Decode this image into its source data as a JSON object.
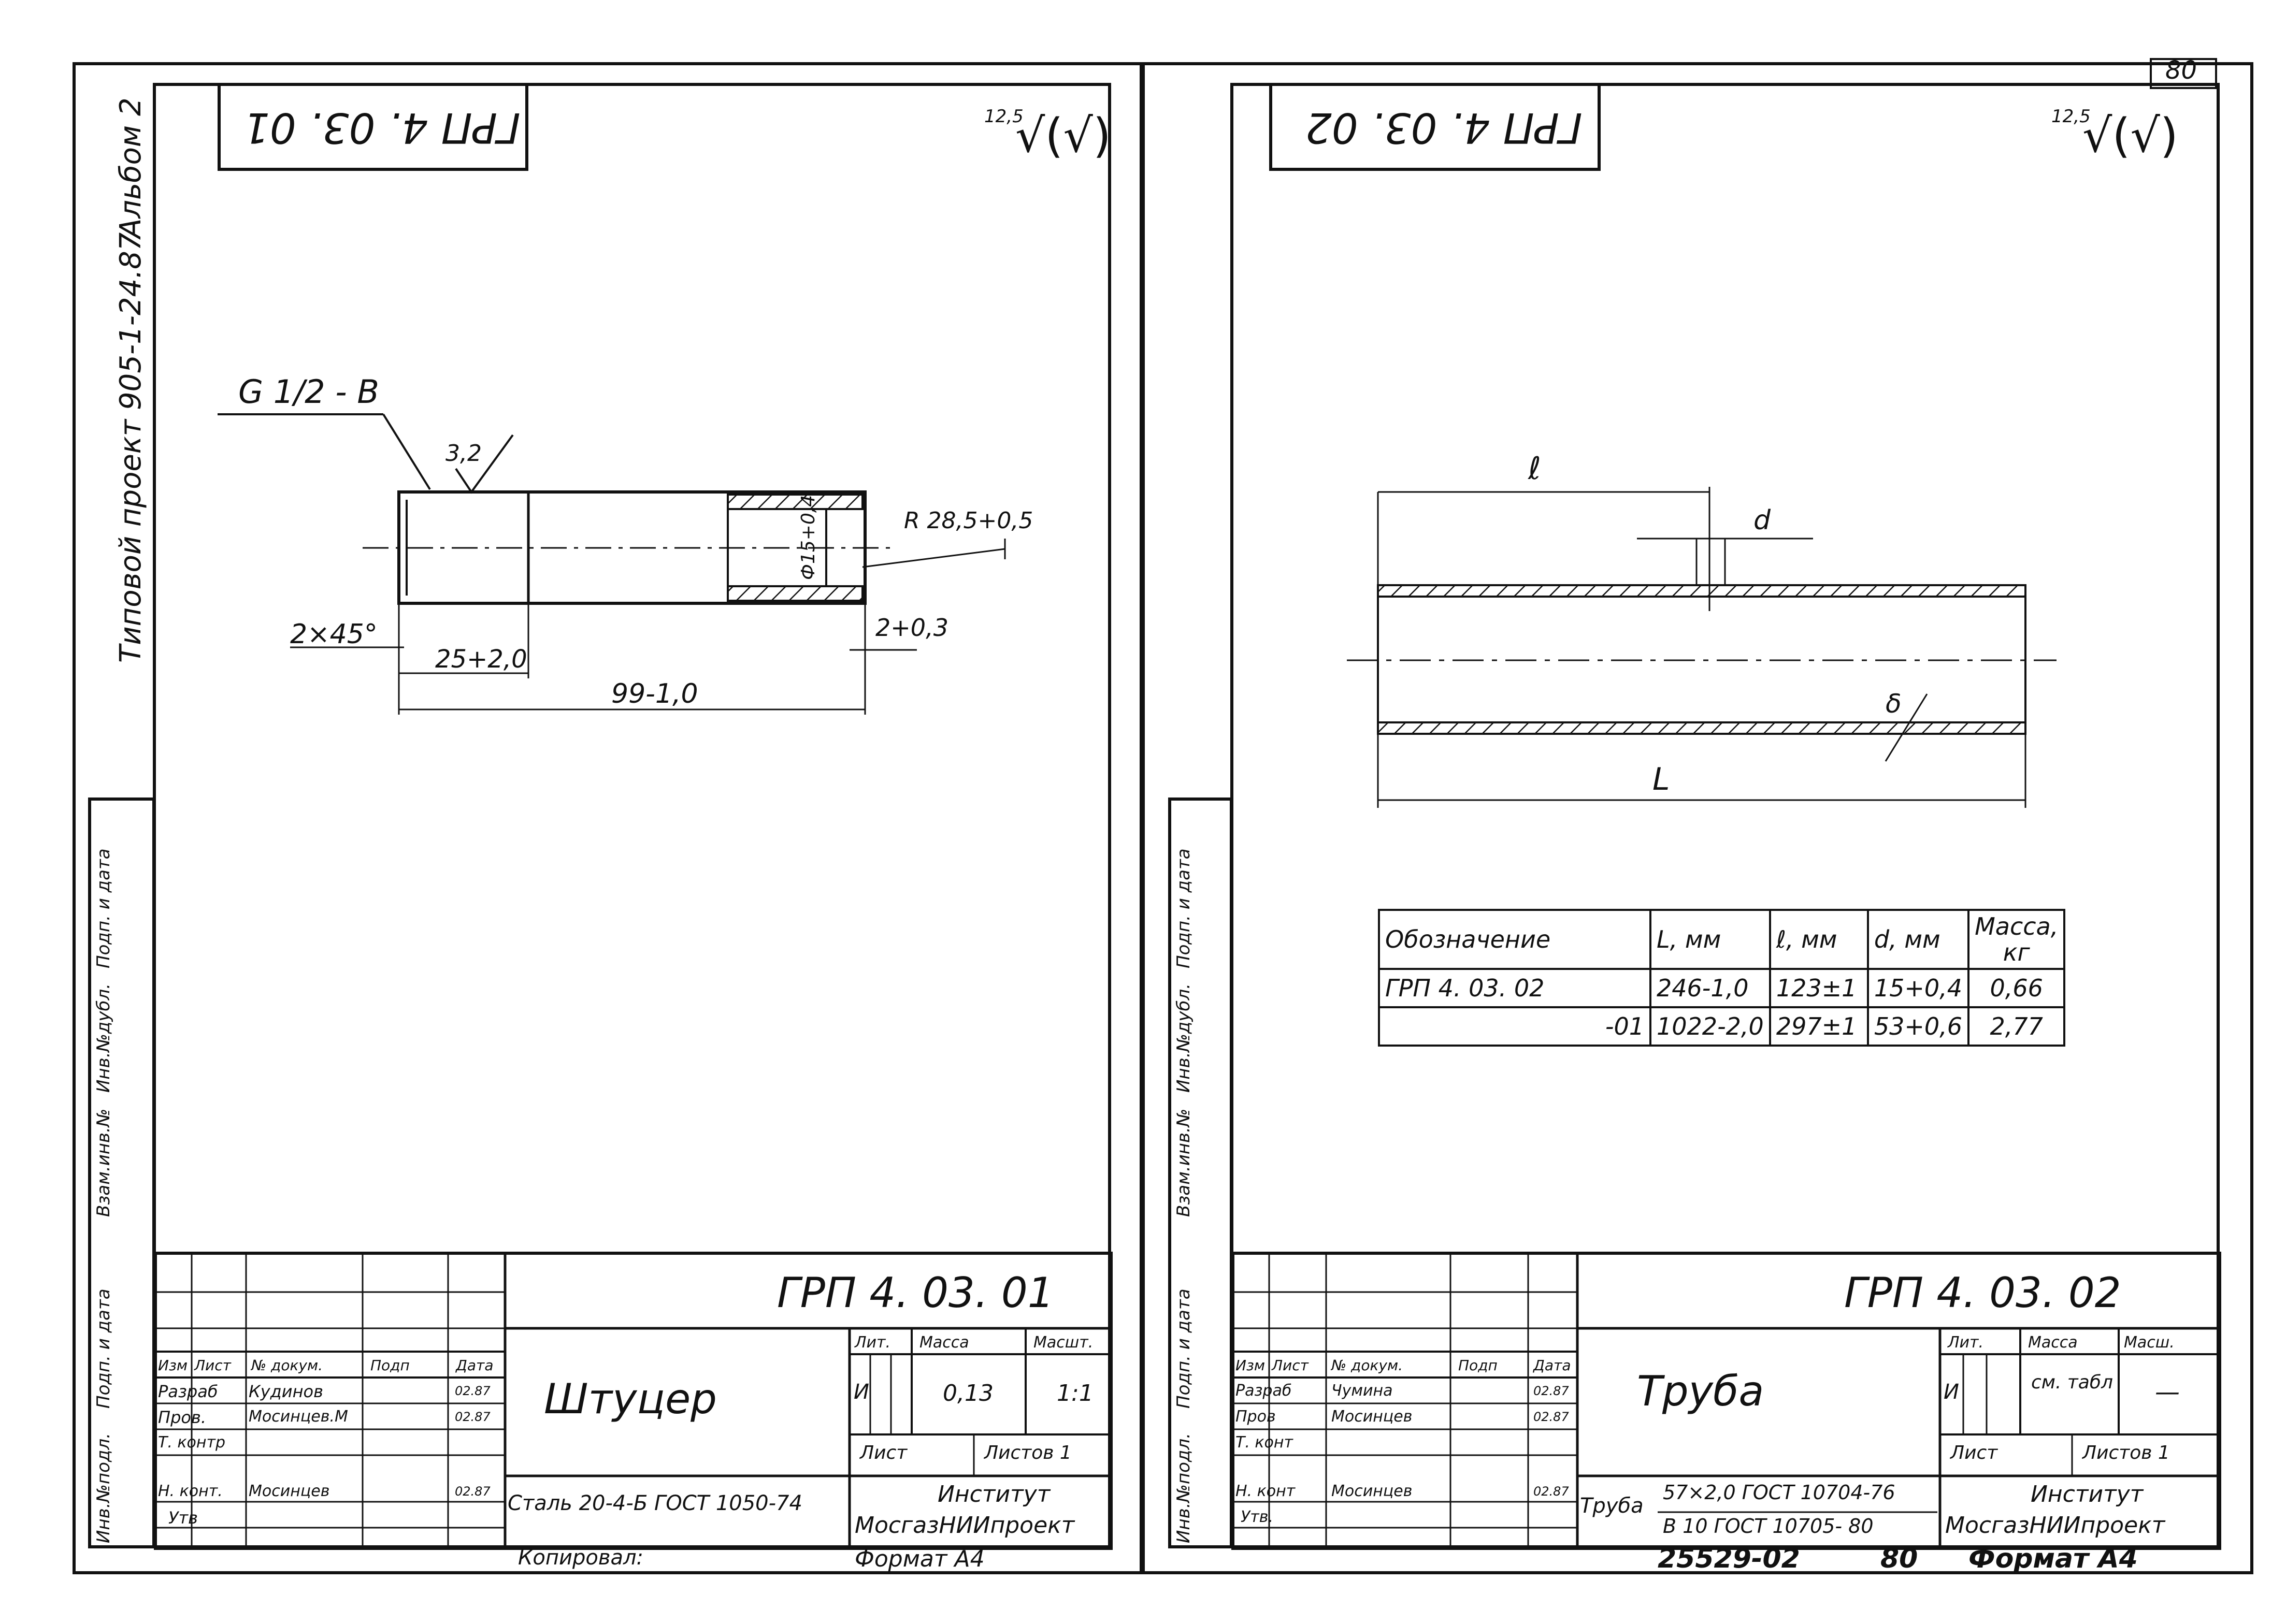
{
  "page_number": "80",
  "left_sheet": {
    "stamp": "ГРП 4. 03. 01",
    "roughness": "12,5",
    "side_album": "Альбом 2",
    "side_project": "Типовой проект 905-1-24.87",
    "dimensions": {
      "thread": "G 1/2 - B",
      "roughness_local": "3,2",
      "chamfer": "2×45°",
      "thread_length": "25+2,0",
      "total_length": "99-1,0",
      "diameter": "Ф15+0,4",
      "radius": "R 28,5+0,5",
      "groove": "2+0,3"
    },
    "side_columns": [
      "Инв.№подл.",
      "Подп. и дата",
      "Взам.инв.№",
      "Инв.№дубл.",
      "Подп. и дата"
    ],
    "title_block": {
      "designation": "ГРП 4. 03. 01",
      "name": "Штуцер",
      "material": "Сталь 20-4-Б ГОСТ 1050-74",
      "lit_label": "Лит.",
      "mass_label": "Масса",
      "scale_label": "Масшт.",
      "lit": "И",
      "mass": "0,13",
      "scale": "1:1",
      "sheet_label": "Лист",
      "sheets_label": "Листов 1",
      "organization": [
        "Институт",
        "МосгазНИИпроект"
      ],
      "rows": [
        {
          "role": "Изм",
          "sheet": "Лист",
          "doc": "№ докум.",
          "sign": "Подп",
          "date": "Дата"
        },
        {
          "role": "Разраб",
          "name": "Кудинов",
          "date": "02.87"
        },
        {
          "role": "Пров.",
          "name": "Мосинцев.М",
          "date": "02.87"
        },
        {
          "role": "Т. контр",
          "name": "",
          "date": ""
        },
        {
          "role": "",
          "name": "",
          "date": ""
        },
        {
          "role": "Н. конт.",
          "name": "Мосинцев",
          "date": "02.87"
        },
        {
          "role": "Утв",
          "name": "",
          "date": ""
        }
      ]
    },
    "bottom_caption_left": "Копировал:",
    "bottom_caption_right": "Формат А4"
  },
  "right_sheet": {
    "stamp": "ГРП 4. 03. 02",
    "roughness": "12,5",
    "labels": {
      "l": "ℓ",
      "d": "d",
      "L": "L",
      "delta": "δ"
    },
    "table": {
      "headers": [
        "Обозначение",
        "L, мм",
        "ℓ, мм",
        "d, мм",
        "Масса, кг"
      ],
      "rows": [
        [
          "ГРП 4. 03. 02",
          "246-1,0",
          "123±1",
          "15+0,4",
          "0,66"
        ],
        [
          "-01",
          "1022-2,0",
          "297±1",
          "53+0,6",
          "2,77"
        ]
      ]
    },
    "side_columns": [
      "Инв.№подл.",
      "Подп. и дата",
      "Взам.инв.№",
      "Инв.№дубл.",
      "Подп. и дата"
    ],
    "title_block": {
      "designation": "ГРП 4. 03. 02",
      "name": "Труба",
      "material_label": "Труба",
      "material_top": "57×2,0 ГОСТ 10704-76",
      "material_bottom": "В 10 ГОСТ 10705- 80",
      "lit_label": "Лит.",
      "mass_label": "Масса",
      "scale_label": "Масш.",
      "lit": "И",
      "mass": "см. табл",
      "scale": "—",
      "sheet_label": "Лист",
      "sheets_label": "Листов 1",
      "organization": [
        "Институт",
        "МосгазНИИпроект"
      ],
      "rows": [
        {
          "role": "Изм",
          "sheet": "Лист",
          "doc": "№ докум.",
          "sign": "Подп",
          "date": "Дата"
        },
        {
          "role": "Разраб",
          "name": "Чумина",
          "date": "02.87"
        },
        {
          "role": "Пров",
          "name": "Мосинцев",
          "date": "02.87"
        },
        {
          "role": "Т. конт",
          "name": "",
          "date": ""
        },
        {
          "role": "",
          "name": "",
          "date": ""
        },
        {
          "role": "Н. конт",
          "name": "Мосинцев",
          "date": "02.87"
        },
        {
          "role": "Утв.",
          "name": "",
          "date": ""
        }
      ]
    },
    "bottom_caption_left": "25529-02",
    "bottom_caption_mid": "80",
    "bottom_caption_right": "Формат А4"
  }
}
